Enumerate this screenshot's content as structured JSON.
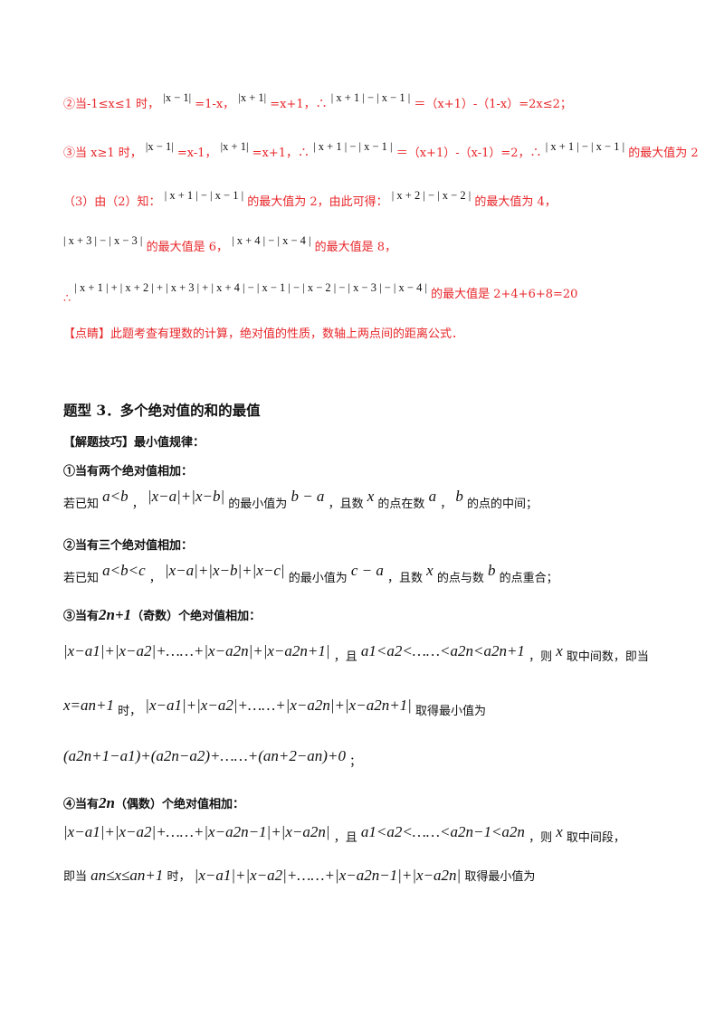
{
  "solution": {
    "line2": {
      "prefix": "②当-1≤x≤1 时，",
      "e1": "|x − 1|",
      "t1": "=1-x，",
      "e2": "|x + 1|",
      "t2": "=x+1，∴",
      "e3": "| x + 1 | − | x − 1 |",
      "t3": "＝（x+1）-（1-x）=2x≤2；"
    },
    "line3": {
      "prefix": "③当 x≥1 时，",
      "e1": "|x − 1|",
      "t1": "=x-1，",
      "e2": "|x + 1|",
      "t2": "=x+1，∴",
      "e3": "| x + 1 | − | x − 1 |",
      "t3": "＝（x+1）-（x-1）=2，∴",
      "e4": "| x + 1 | − | x − 1 |",
      "t4": "的最大值为 2"
    },
    "part3": {
      "prefix": "（3）由（2）知：",
      "e1": "| x + 1 | − | x − 1 |",
      "t1": "的最大值为 2，由此可得：",
      "e2": "| x + 2 | − | x − 2 |",
      "t2": "的最大值为 4，"
    },
    "part3b": {
      "e1": "| x + 3 | − | x − 3 |",
      "t1": "的最大值是 6，",
      "e2": "| x + 4 | − | x − 4 |",
      "t2": "的最大值是 8，"
    },
    "conclusion": {
      "therefore": "∴",
      "e1": "| x + 1 | + | x + 2 | + | x + 3 | + | x + 4 | − | x − 1 | − | x − 2 | − | x − 3 | − | x − 4 |",
      "t1": "的最大值是 2+4+6+8=20"
    },
    "comment": "【点睛】此题考查有理数的计算，绝对值的性质，数轴上两点间的距离公式．"
  },
  "section": {
    "title": "题型 3．多个绝对值的和的最值",
    "tips_heading": "【解题技巧】最小值规律：",
    "case1": {
      "heading": "①当有两个绝对值相加：",
      "t1": "若已知",
      "m1": "a<b",
      "t2": "，",
      "m2": "|x−a|+|x−b|",
      "t3": "的最小值为",
      "m3": "b − a",
      "t4": "，且数",
      "m4": "x",
      "t5": "的点在数",
      "m5": "a",
      "t6": "，",
      "m6": "b",
      "t7": "的点的中间；"
    },
    "case2": {
      "heading": "②当有三个绝对值相加：",
      "t1": "若已知",
      "m1": "a<b<c",
      "t2": "，",
      "m2": "|x−a|+|x−b|+|x−c|",
      "t3": "的最小值为",
      "m3": "c − a",
      "t4": "，且数",
      "m4": "x",
      "t5": "的点与数",
      "m5": "b",
      "t6": "的点重合；"
    },
    "case3": {
      "heading_a": "③当有",
      "heading_m": "2n+1",
      "heading_b": "（奇数）个绝对值相加：",
      "m1": "|x−a1|+|x−a2|+……+|x−a2n|+|x−a2n+1|",
      "t1": "，且",
      "m2": "a1<a2<……<a2n<a2n+1",
      "t2": "，则",
      "m3": "x",
      "t3": "取中间数，即当",
      "m4": "x=an+1",
      "t4": "时，",
      "m5": "|x−a1|+|x−a2|+……+|x−a2n|+|x−a2n+1|",
      "t5": "取得最小值为",
      "m6": "(a2n+1−a1)+(a2n−a2)+……+(an+2−an)+0",
      "t6": "；"
    },
    "case4": {
      "heading_a": "④当有",
      "heading_m": "2n",
      "heading_b": "（偶数）个绝对值相加：",
      "m1": "|x−a1|+|x−a2|+……+|x−a2n−1|+|x−a2n|",
      "t1": "，且",
      "m2": "a1<a2<……<a2n−1<a2n",
      "t2": "，则",
      "m3": "x",
      "t3": "取中间段，",
      "t4": "即当",
      "m4": "an≤x≤an+1",
      "t5": "时，",
      "m5": "|x−a1|+|x−a2|+……+|x−a2n−1|+|x−a2n|",
      "t6": "取得最小值为"
    }
  },
  "colors": {
    "answer": "#e8262a",
    "text": "#111111"
  }
}
